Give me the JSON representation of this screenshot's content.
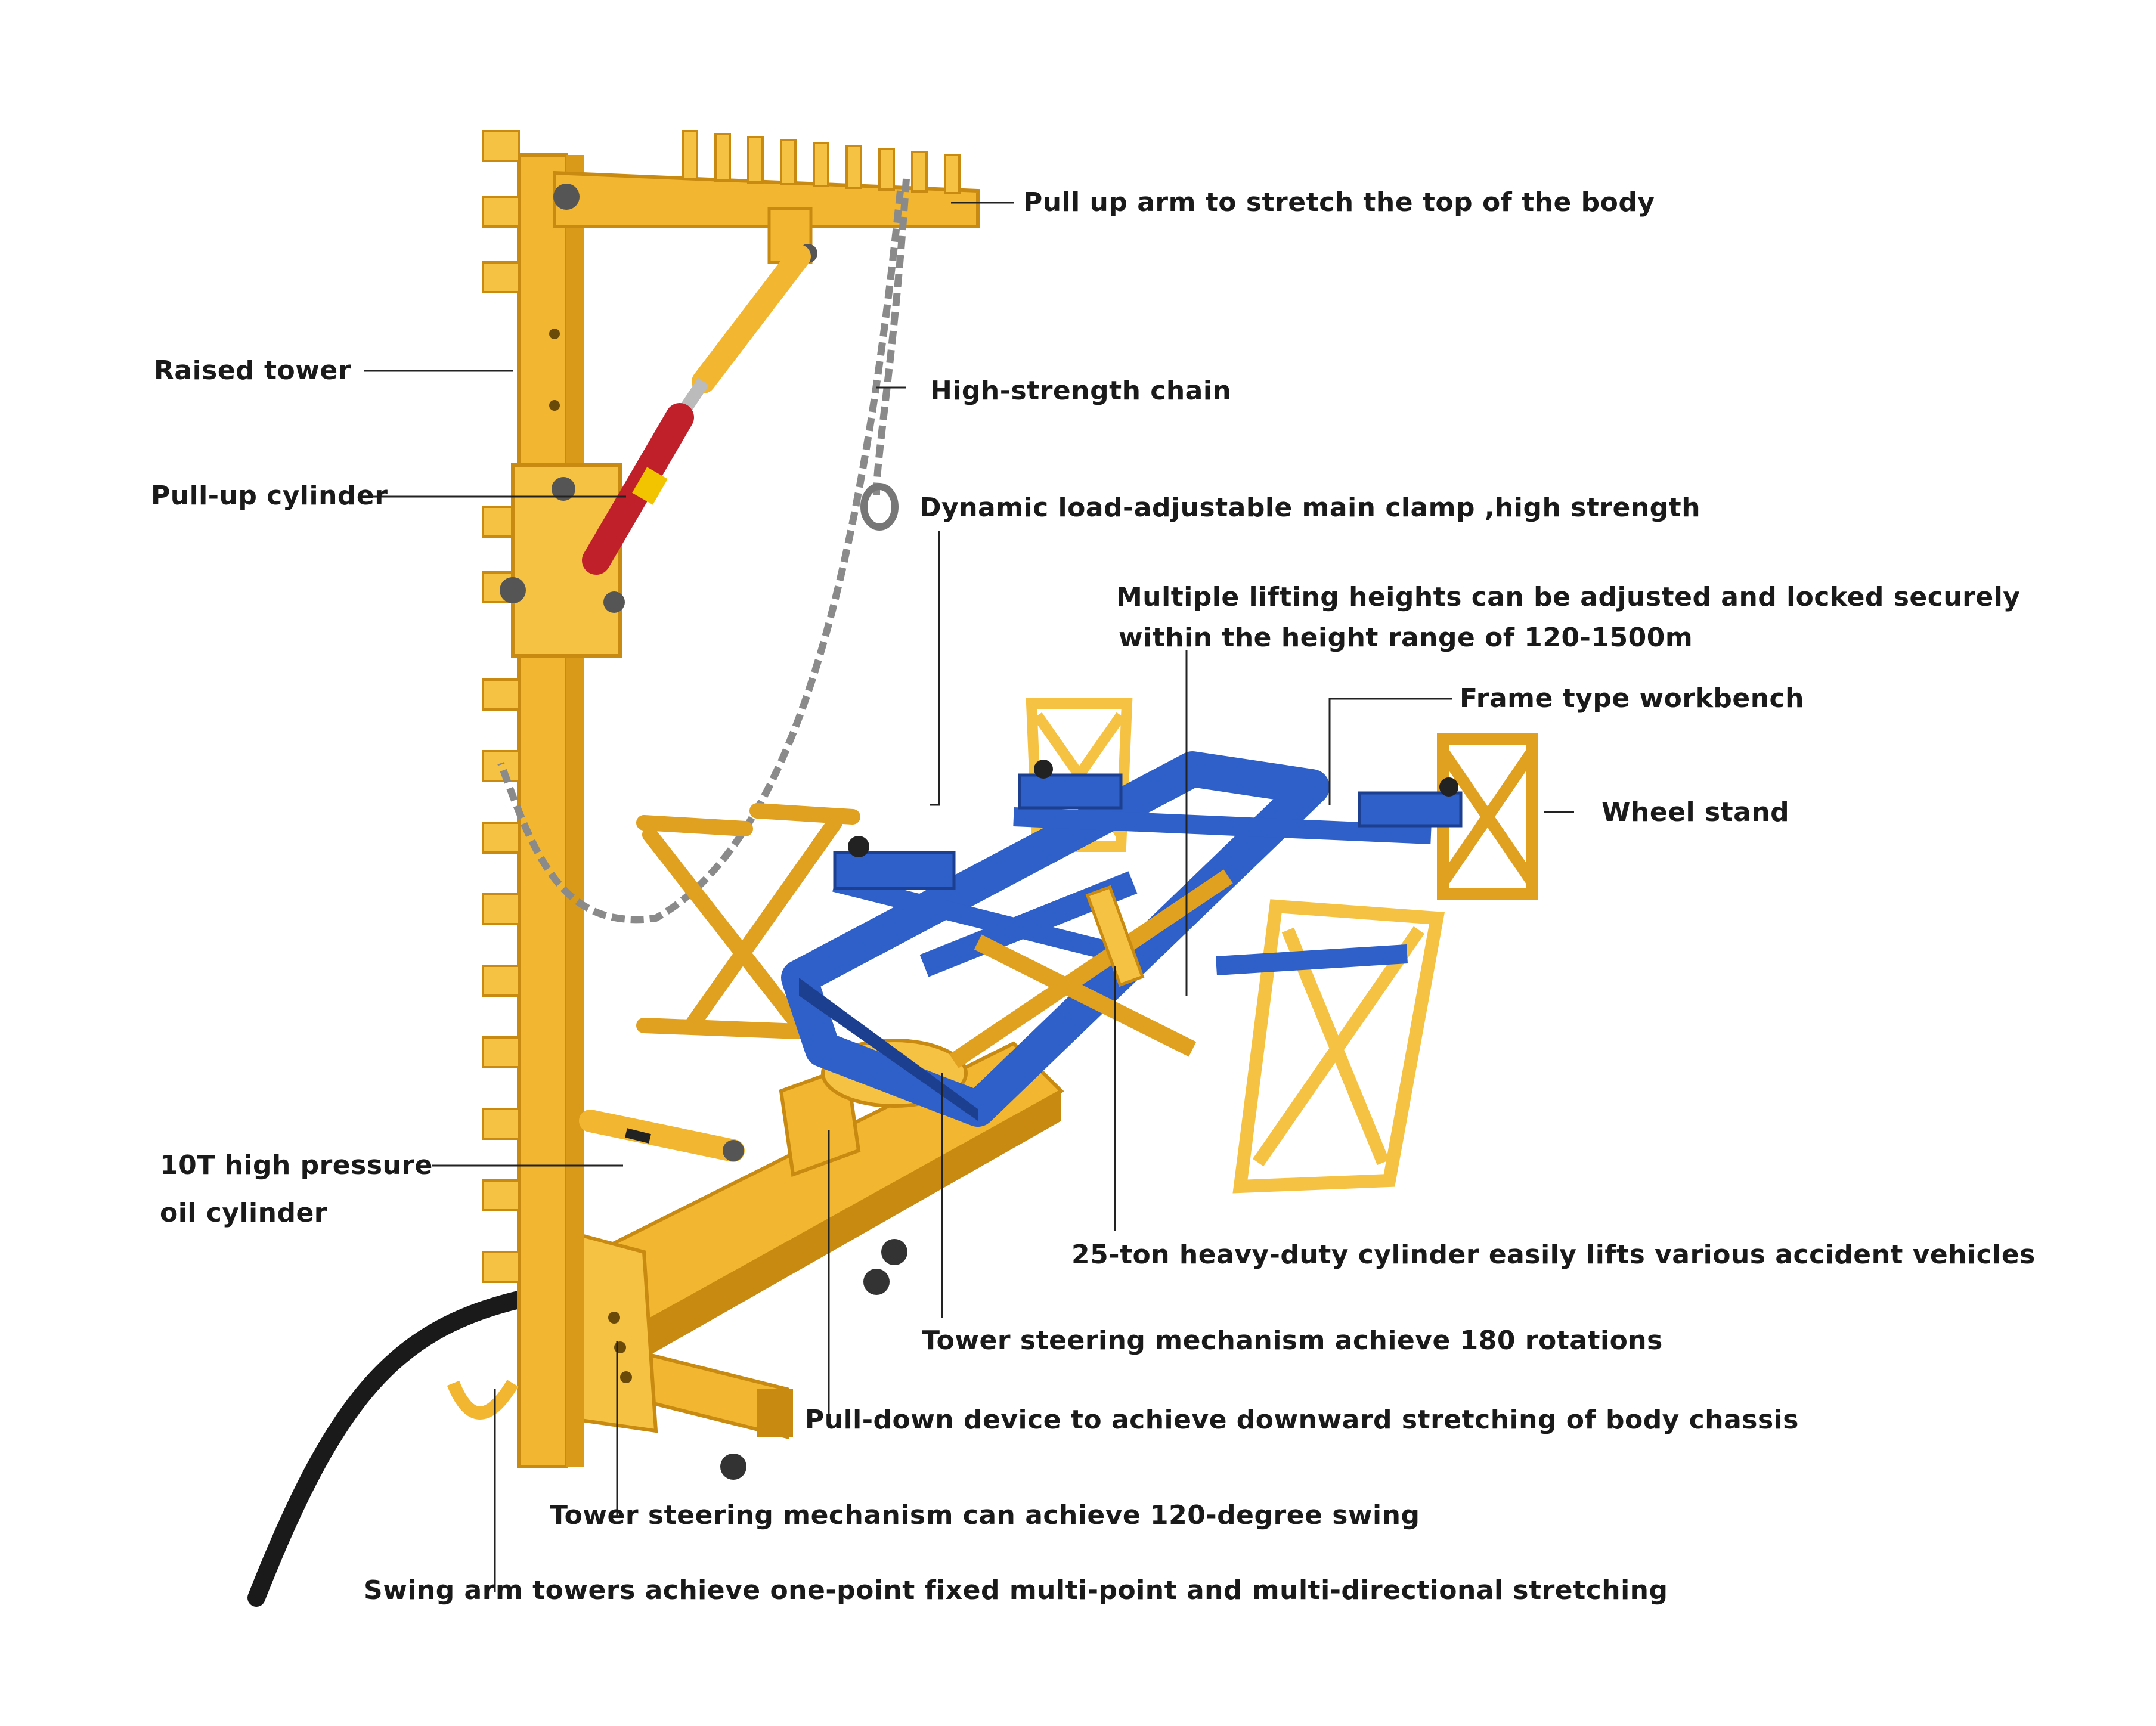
{
  "labels": {
    "pull_up_arm": "Pull up arm to stretch the top of the body",
    "raised_tower": "Raised tower",
    "high_strength_chain": "High-strength chain",
    "pull_up_cylinder": "Pull-up cylinder",
    "main_clamp": "Dynamic load-adjustable main clamp ,high strength",
    "lifting_heights_line1": "Multiple lifting heights can be adjusted and locked securely",
    "lifting_heights_line2": "within the height range of 120-1500m",
    "frame_workbench": "Frame type workbench",
    "wheel_stand": "Wheel stand",
    "oil_cylinder_line1": "10T high pressure",
    "oil_cylinder_line2": "oil cylinder",
    "heavy_duty_cylinder": "25-ton heavy-duty cylinder easily lifts various accident vehicles",
    "tower_steering_180": "Tower steering mechanism achieve 180 rotations",
    "pull_down_device": "Pull-down device to achieve downward stretching of body chassis",
    "tower_steering_120": "Tower steering mechanism can achieve 120-degree swing",
    "swing_arm_towers": "Swing arm towers achieve one-point fixed multi-point and multi-directional stretching"
  },
  "colors": {
    "frame_yellow": "#f2b630",
    "frame_yellow_dark": "#c98a12",
    "bench_blue": "#2f5fc8",
    "bench_blue_dark": "#1d3f8f",
    "cylinder_red": "#c0202a",
    "chain_grey": "#8a8a8a",
    "hose_black": "#1a1a1a",
    "leader_line": "#222222"
  }
}
